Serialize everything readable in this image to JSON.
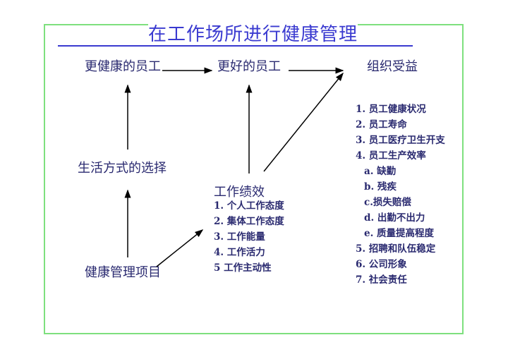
{
  "title": "在工作场所进行健康管理",
  "nodes": {
    "healthier": "更健康的员工",
    "better": "更好的员工",
    "benefit": "组织受益",
    "lifestyle": "生活方式的选择",
    "program": "健康管理项目",
    "performance": "工作绩效"
  },
  "performance_items": [
    "1.  个人工作态度",
    "2.  集体工作态度",
    "3.  工作能量",
    "4.  工作活力",
    "5  工作主动性"
  ],
  "benefit_items": [
    "1. 员工健康状况",
    "2. 员工寿命",
    "3. 员工医疗卫生开支",
    "4. 员工生产效率",
    "a. 缺勤",
    "b. 残疾",
    "c.损失赔偿",
    "d. 出勤不出力",
    "e. 质量提高程度",
    "5.  招聘和队伍稳定",
    "6. 公司形象",
    "7. 社会责任"
  ]
}
